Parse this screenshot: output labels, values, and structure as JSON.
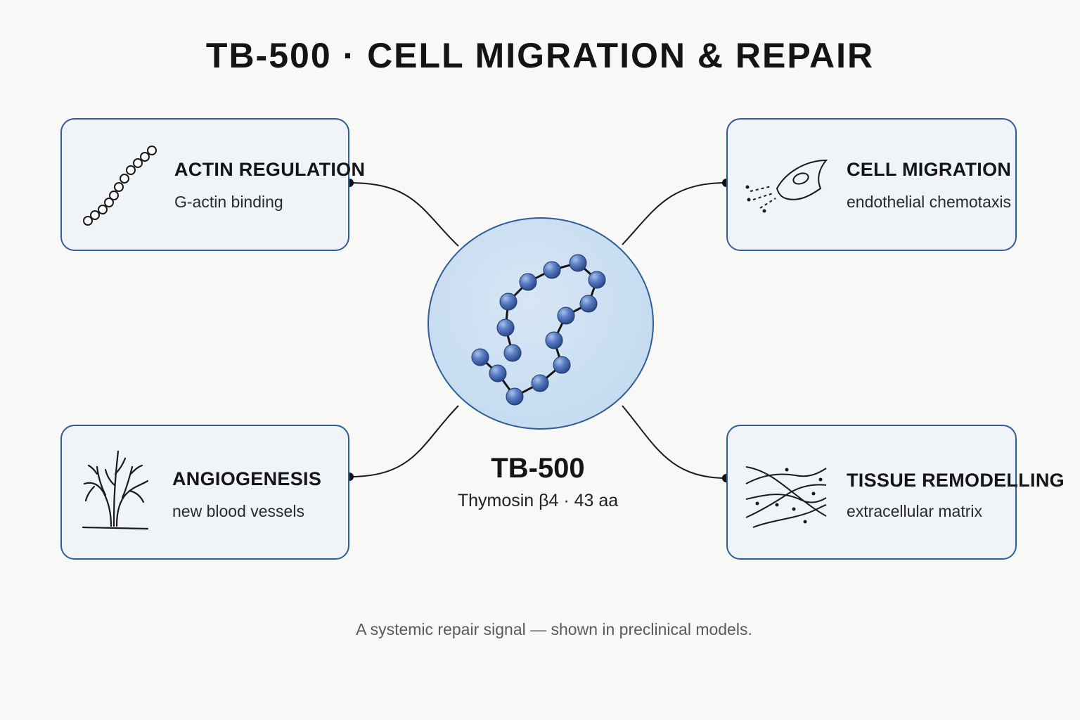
{
  "title": "TB-500 · CELL MIGRATION & REPAIR",
  "hub": {
    "name": "TB-500",
    "subtitle": "Thymosin β4 · 43 aa"
  },
  "cards": [
    {
      "id": "actin",
      "title": "ACTIN REGULATION",
      "subtitle": "G-actin binding",
      "icon": "actin-chain-icon"
    },
    {
      "id": "migration",
      "title": "CELL MIGRATION",
      "subtitle": "endothelial chemotaxis",
      "icon": "migrating-cell-icon"
    },
    {
      "id": "angio",
      "title": "ANGIOGENESIS",
      "subtitle": "new blood vessels",
      "icon": "vessel-tree-icon"
    },
    {
      "id": "tissue",
      "title": "TISSUE REMODELLING",
      "subtitle": "extracellular matrix",
      "icon": "matrix-fibers-icon"
    }
  ],
  "footnote": "A systemic repair signal — shown in preclinical models.",
  "colors": {
    "accent": "#2f5d98",
    "card_fill": "#f0f3f8",
    "hub_fill": "#c6dcf1",
    "bead": "#4a70b8",
    "background": "#f8f8f6"
  }
}
